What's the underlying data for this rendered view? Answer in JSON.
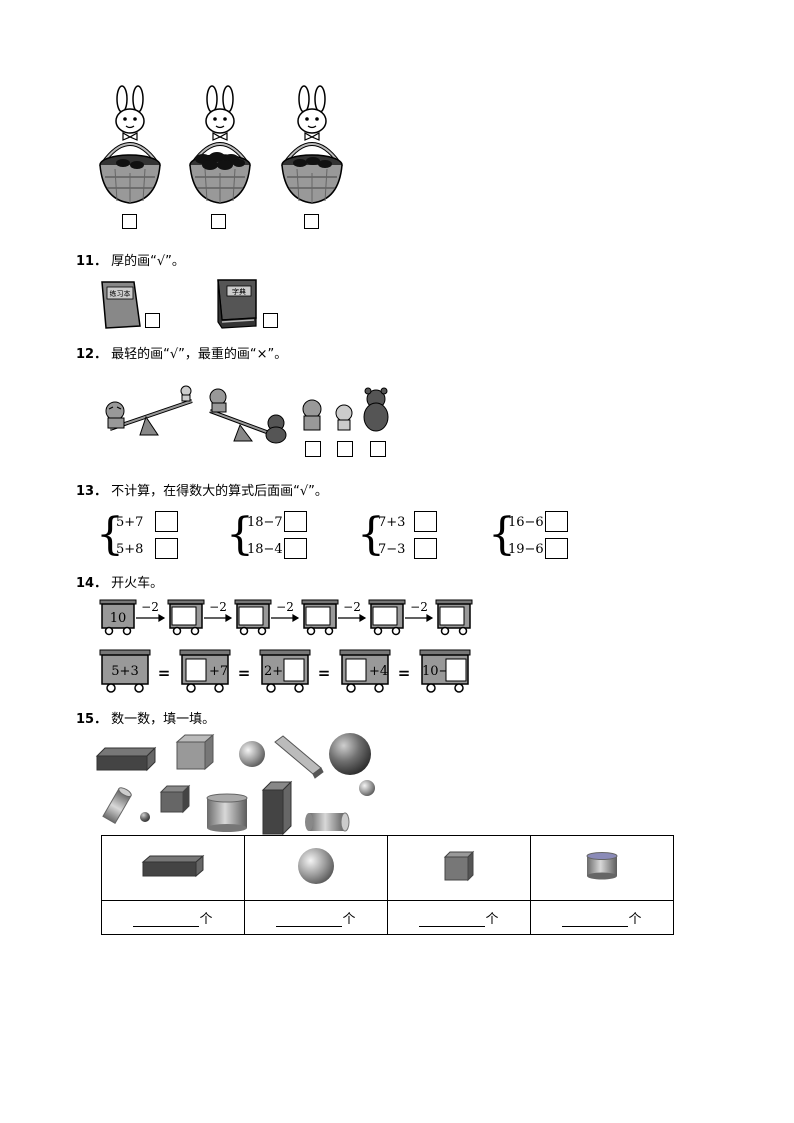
{
  "q11": {
    "num": "11．",
    "text": "厚的画“√”。",
    "book1_label": "练习本",
    "book2_label": "字典"
  },
  "q12": {
    "num": "12．",
    "text": "最轻的画“√”，最重的画“×”。"
  },
  "q13": {
    "num": "13．",
    "text": "不计算，在得数大的算式后面画“√”。",
    "groups": [
      {
        "a": "5+7",
        "b": "5+8"
      },
      {
        "a": "18−7",
        "b": "18−4"
      },
      {
        "a": "7+3",
        "b": "7−3"
      },
      {
        "a": "16−6",
        "b": "19−6"
      }
    ]
  },
  "q14": {
    "num": "14．",
    "text": "开火车。",
    "row1": {
      "start": "10",
      "op": "−2"
    },
    "row2": {
      "car1": "5+3",
      "car2_suffix": "+7",
      "car3_prefix": "2+",
      "car4_suffix": "+4",
      "car5_prefix": "10−",
      "eq": "="
    }
  },
  "q15": {
    "num": "15．",
    "text": "数一数，填一填。",
    "unit": "个",
    "shapes": [
      "cuboid-icon",
      "sphere-icon",
      "cube-icon",
      "cylinder-icon"
    ]
  }
}
